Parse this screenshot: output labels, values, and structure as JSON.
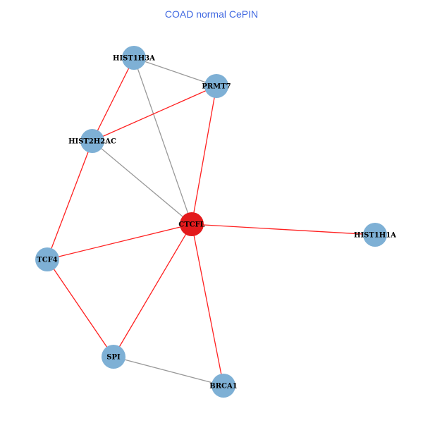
{
  "title": "COAD normal CePIN",
  "colors": {
    "node": "#7eb0d5",
    "center_node": "#e31a1c",
    "edge_red": "#ff2020",
    "edge_gray": "#999999",
    "title": "#4169e1"
  },
  "nodes": [
    {
      "id": "HIST1H3A",
      "label": "HIST1H3A",
      "highlight": false
    },
    {
      "id": "PRMT7",
      "label": "PRMT7",
      "highlight": false
    },
    {
      "id": "HIST2H2AC",
      "label": "HIST2H2AC",
      "highlight": false
    },
    {
      "id": "CTCFL",
      "label": "CTCFL",
      "highlight": true
    },
    {
      "id": "HIST1H1A",
      "label": "HIST1H1A",
      "highlight": false
    },
    {
      "id": "TCF4",
      "label": "TCF4",
      "highlight": false
    },
    {
      "id": "SPI",
      "label": "SPI",
      "highlight": false
    },
    {
      "id": "BRCA1",
      "label": "BRCA1",
      "highlight": false
    }
  ],
  "edges": [
    {
      "source": "HIST1H3A",
      "target": "PRMT7",
      "type": "gray"
    },
    {
      "source": "HIST1H3A",
      "target": "HIST2H2AC",
      "type": "red"
    },
    {
      "source": "HIST1H3A",
      "target": "CTCFL",
      "type": "gray"
    },
    {
      "source": "PRMT7",
      "target": "HIST2H2AC",
      "type": "red"
    },
    {
      "source": "PRMT7",
      "target": "CTCFL",
      "type": "red"
    },
    {
      "source": "HIST2H2AC",
      "target": "CTCFL",
      "type": "gray"
    },
    {
      "source": "HIST2H2AC",
      "target": "TCF4",
      "type": "red"
    },
    {
      "source": "CTCFL",
      "target": "HIST1H1A",
      "type": "red"
    },
    {
      "source": "CTCFL",
      "target": "TCF4",
      "type": "red"
    },
    {
      "source": "CTCFL",
      "target": "SPI",
      "type": "red"
    },
    {
      "source": "CTCFL",
      "target": "BRCA1",
      "type": "red"
    },
    {
      "source": "TCF4",
      "target": "SPI",
      "type": "red"
    },
    {
      "source": "SPI",
      "target": "BRCA1",
      "type": "gray"
    }
  ]
}
